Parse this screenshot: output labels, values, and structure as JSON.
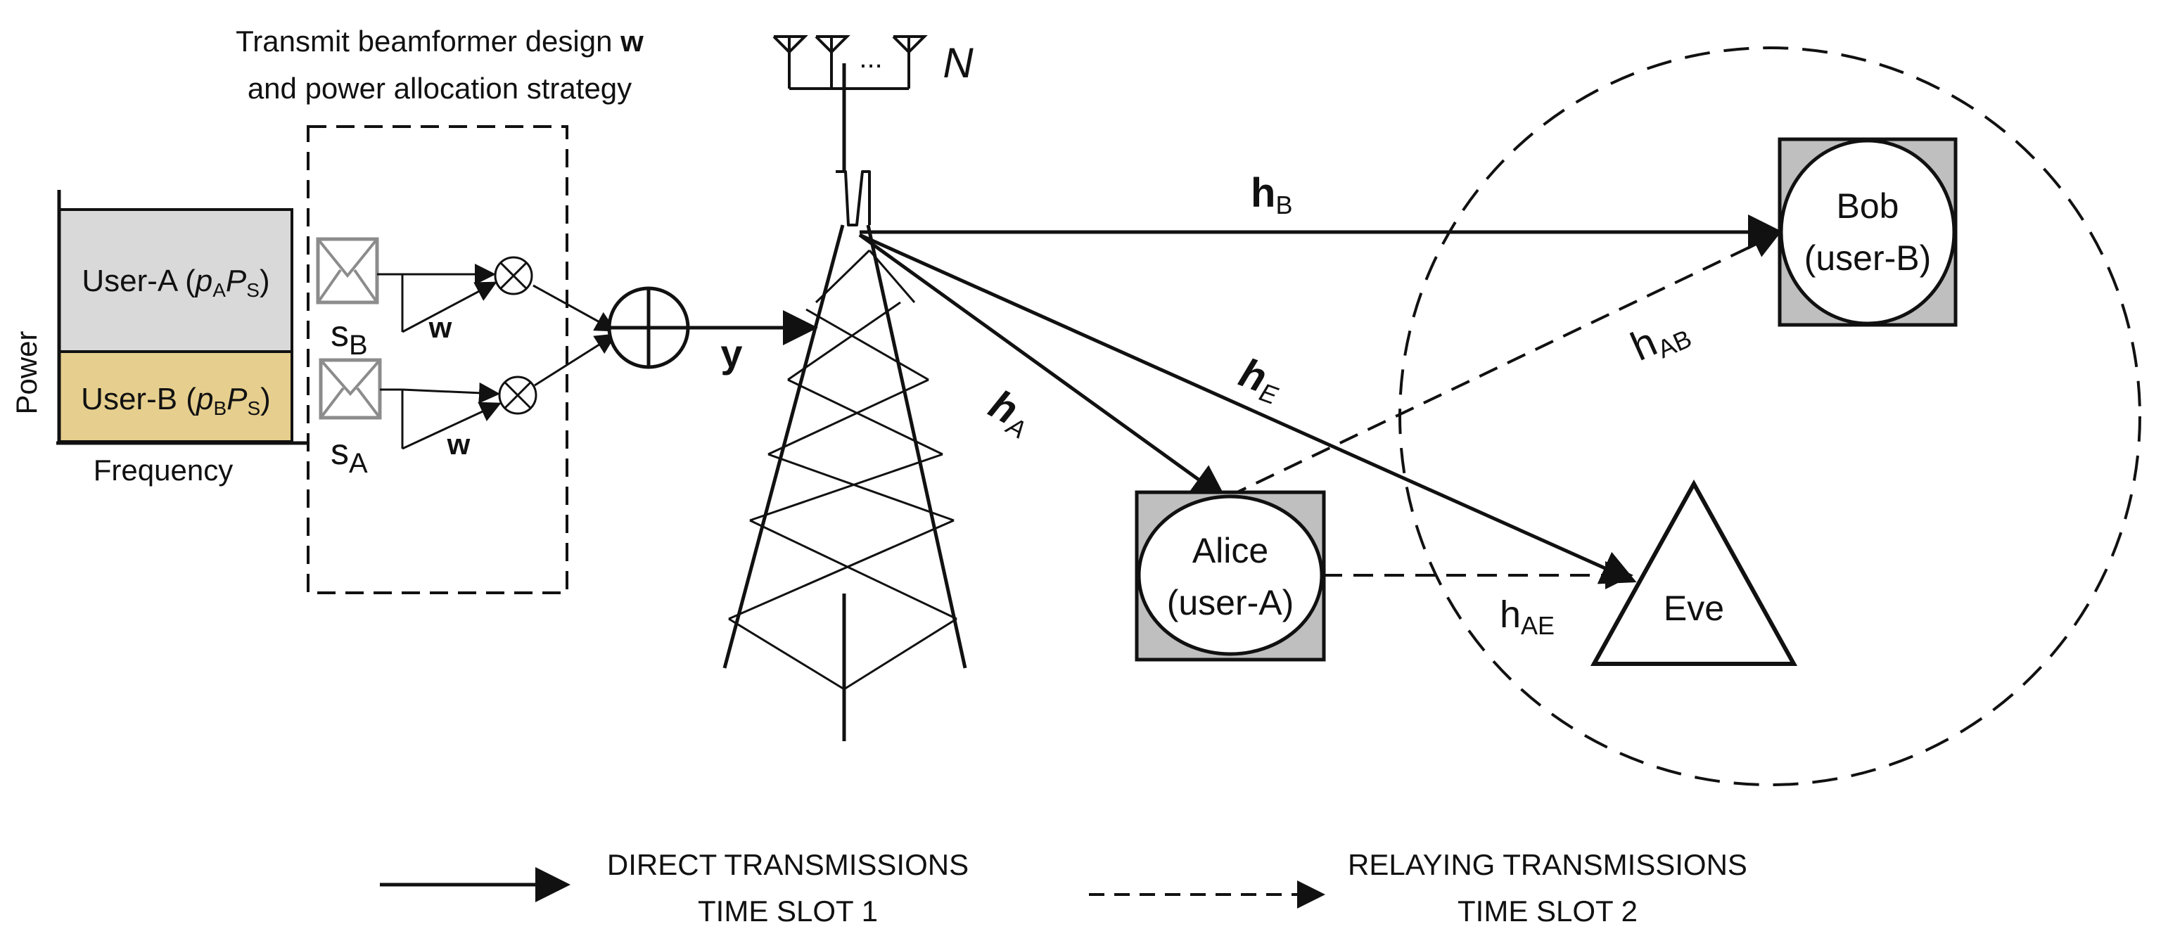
{
  "caption": {
    "line1_prefix": "Transmit beamformer design ",
    "line1_bold": "w",
    "line2": "and power allocation strategy"
  },
  "spectrum": {
    "y_axis_label": "Power",
    "x_axis_label": "Frequency",
    "userA": {
      "prefix": "User-A (",
      "p": "p",
      "p_sub": "A",
      "P": "P",
      "P_sub": "S",
      "suffix": ")",
      "color": "#d9d9d9"
    },
    "userB": {
      "prefix": "User-B (",
      "p": "p",
      "p_sub": "B",
      "P": "P",
      "P_sub": "S",
      "suffix": ")",
      "color": "#e6cf8e"
    }
  },
  "beamformer": {
    "sB": {
      "main": "s",
      "sub": "B"
    },
    "sA": {
      "main": "s",
      "sub": "A"
    },
    "w_top": "w",
    "w_bottom": "w",
    "y_label": "y"
  },
  "antenna": {
    "dots": "...",
    "count_label": "N"
  },
  "channels": {
    "hB": {
      "main": "h",
      "sub": "B"
    },
    "hE": {
      "main": "h",
      "sub": "E"
    },
    "hA": {
      "main": "h",
      "sub": "A"
    },
    "hAB": {
      "main": "h",
      "sub": "AB"
    },
    "hAE": {
      "main": "h",
      "sub": "AE"
    }
  },
  "nodes": {
    "bob": {
      "line1": "Bob",
      "line2": "(user-B)"
    },
    "alice": {
      "line1": "Alice",
      "line2": "(user-A)"
    },
    "eve": {
      "label": "Eve"
    }
  },
  "legend": {
    "direct": {
      "line1": "DIRECT TRANSMISSIONS",
      "line2": "TIME SLOT 1"
    },
    "relay": {
      "line1": "RELAYING TRANSMISSIONS",
      "line2": "TIME SLOT 2"
    }
  },
  "colors": {
    "node_fill": "#bfbfbf",
    "envelope_stroke": "#8c8c8c"
  }
}
